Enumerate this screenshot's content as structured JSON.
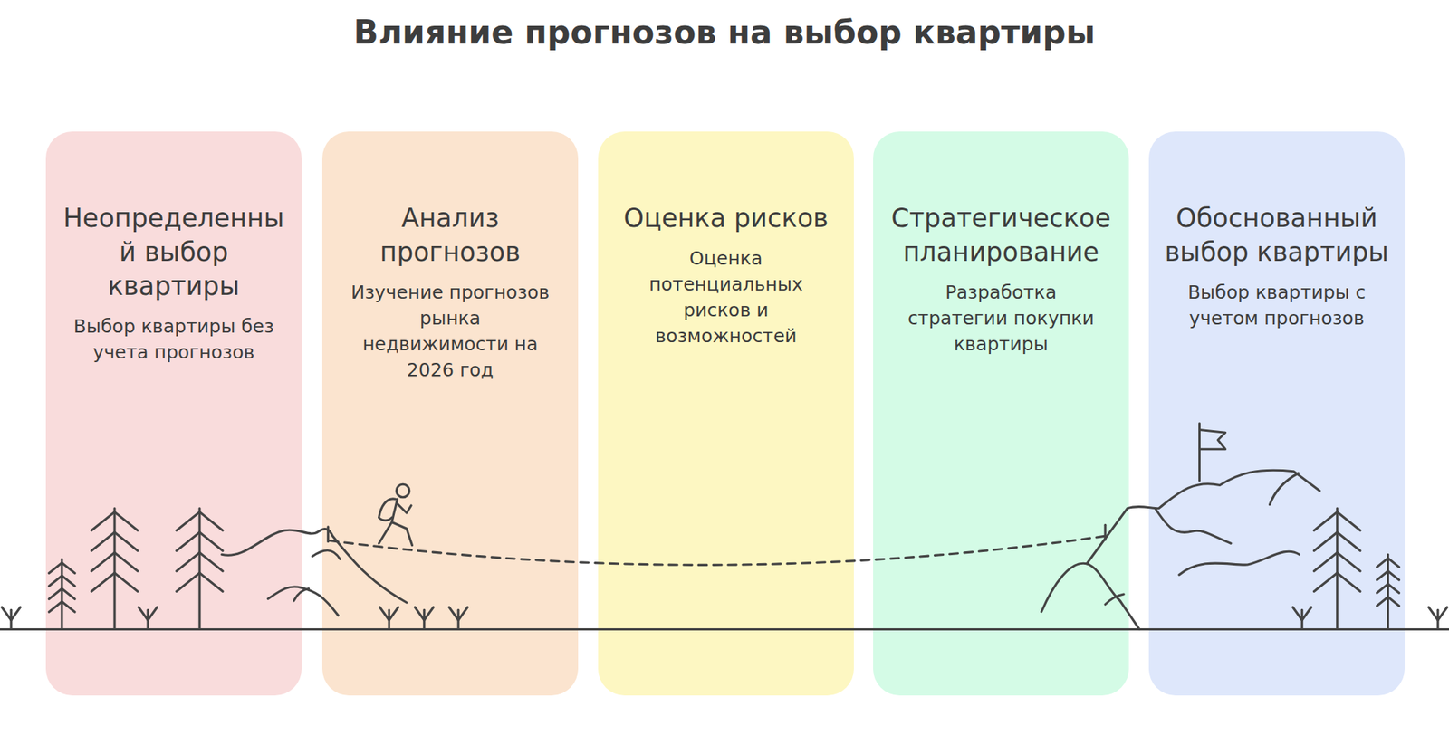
{
  "diagram": {
    "title": "Влияние прогнозов на выбор квартиры",
    "nodes": [
      {
        "text": [
          "Неопределенный выбор квартиры",
          "Выбор квартиры без учета прогнозов"
        ]
      },
      {
        "text": [
          "Анализ прогнозов",
          "Изучение прогнозов рынка недвижимости на 2026 год"
        ]
      },
      {
        "text": [
          "Оценка рисков",
          "Оценка потенциальных рисков и возможностей"
        ]
      },
      {
        "text": [
          "Стратегическое планирование",
          "Разработка стратегии покупки квартиры"
        ]
      },
      {
        "text": [
          "Обоснованный выбор квартиры",
          "Выбор квартиры с учетом прогнозов"
        ]
      }
    ]
  }
}
